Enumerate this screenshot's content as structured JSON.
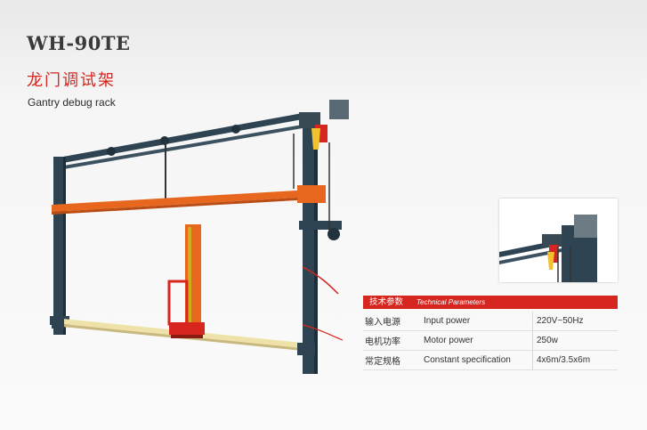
{
  "header": {
    "model": "WH-90TE",
    "title_cn": "龙门调试架",
    "title_en": "Gantry debug rack"
  },
  "params": {
    "heading_cn": "技术参数",
    "heading_en": "Technical Parameters",
    "rows": [
      {
        "cn": "输入电源",
        "en": "Input power",
        "value": "220V~50Hz"
      },
      {
        "cn": "电机功率",
        "en": "Motor power",
        "value": "250w"
      },
      {
        "cn": "常定规格",
        "en": "Constant specification",
        "value": "4x6m/3.5x6m"
      }
    ]
  },
  "colors": {
    "accent": "#d7251f",
    "frame": "#2f4452",
    "beam": "#e8671f",
    "base": "#efe2a8"
  }
}
